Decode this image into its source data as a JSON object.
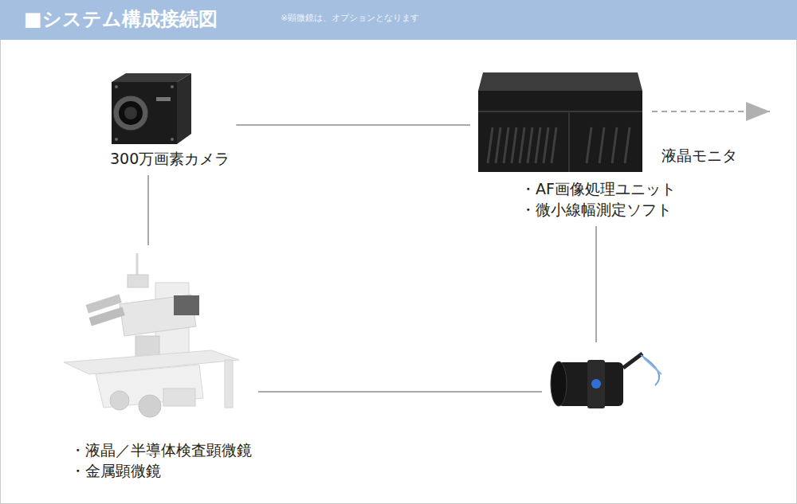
{
  "diagram": {
    "title": "■システム構成接続図",
    "nodes": [
      {
        "text": [
          "300万画素カメラ"
        ]
      },
      {
        "text": [
          "・AF画像処理ユニット",
          "・微小線幅測定ソフト"
        ]
      },
      {
        "text": [
          "液晶モニタ"
        ]
      },
      {
        "text": [
          "・液晶／半導体検査顕微鏡",
          "・金属顕微鏡"
        ]
      },
      {
        "text": []
      }
    ],
    "edges": [
      {
        "from": 0,
        "to": 1,
        "arrow": "none"
      },
      {
        "from": 1,
        "to": 2,
        "arrow": "to"
      },
      {
        "from": 0,
        "to": 3,
        "arrow": "none"
      },
      {
        "from": 1,
        "to": 4,
        "arrow": "none"
      },
      {
        "from": 3,
        "to": 4,
        "arrow": "none"
      }
    ],
    "labels": [
      "※顕微鏡は、オプションとなります"
    ]
  }
}
